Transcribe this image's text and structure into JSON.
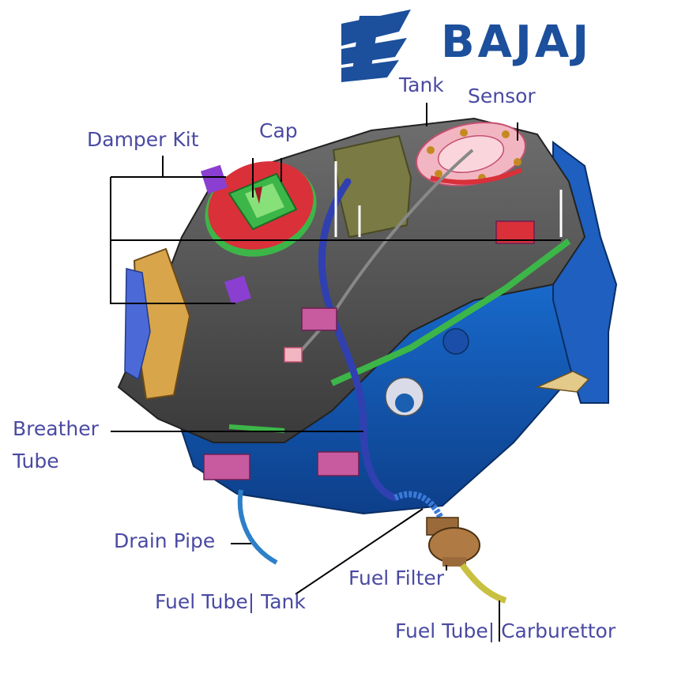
{
  "brand": {
    "name": "BAJAJ",
    "color": "#1c4f9c"
  },
  "labels": {
    "tank": "Tank",
    "sensor": "Sensor",
    "cap": "Cap",
    "damper_kit": "Damper Kit",
    "breather_tube_line1": "Breather",
    "breather_tube_line2": "Tube",
    "drain_pipe": "Drain Pipe",
    "fuel_filter": "Fuel Filter",
    "fuel_tube_tank": "Fuel Tube| Tank",
    "fuel_tube_carburettor": "Fuel Tube| Carburettor"
  },
  "colors": {
    "label_text": "#4a4aa3",
    "tank_body": "#4a4a4a",
    "tank_lower": "#1565c8",
    "cap_red": "#d9303a",
    "cap_green": "#3cb648",
    "sensor_plate": "#f2b6c2",
    "damper_purple": "#8a3fd1",
    "fuel_filter": "#9a6a3a",
    "fuel_line": "#c8c040",
    "breather": "#3040b0"
  }
}
